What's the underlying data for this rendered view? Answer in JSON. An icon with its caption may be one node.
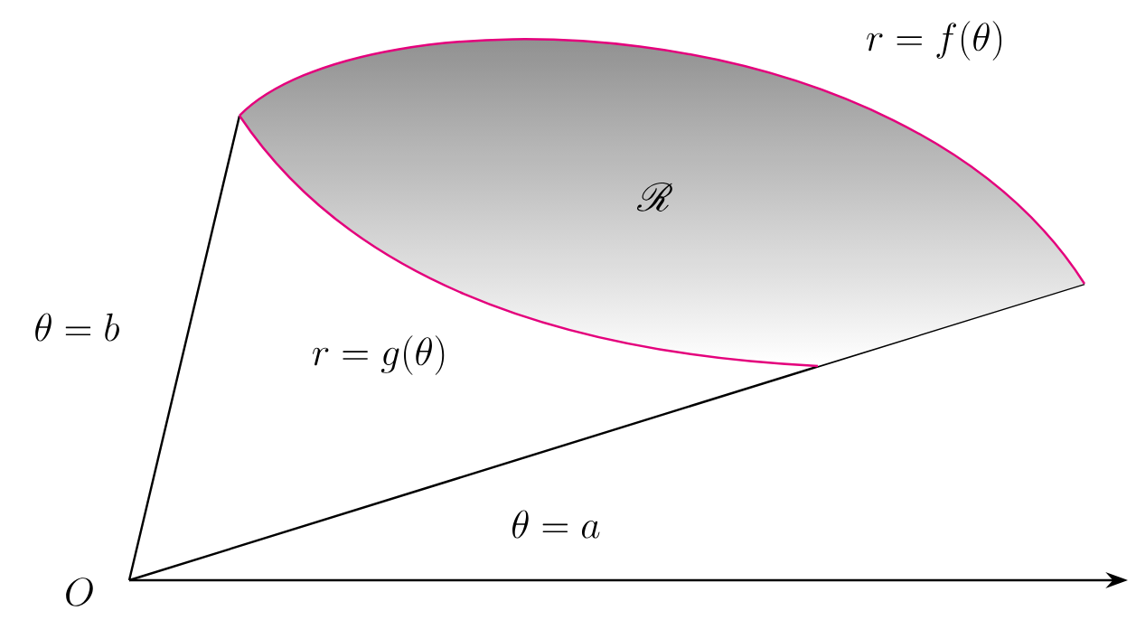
{
  "diagram": {
    "nodes": [
      {
        "text": [
          "\\mathscr{R}"
        ]
      }
    ],
    "labels": [
      "r = f(\\theta)",
      "\\theta = b",
      "r = g(\\theta)",
      "\\theta = a",
      "O"
    ]
  }
}
